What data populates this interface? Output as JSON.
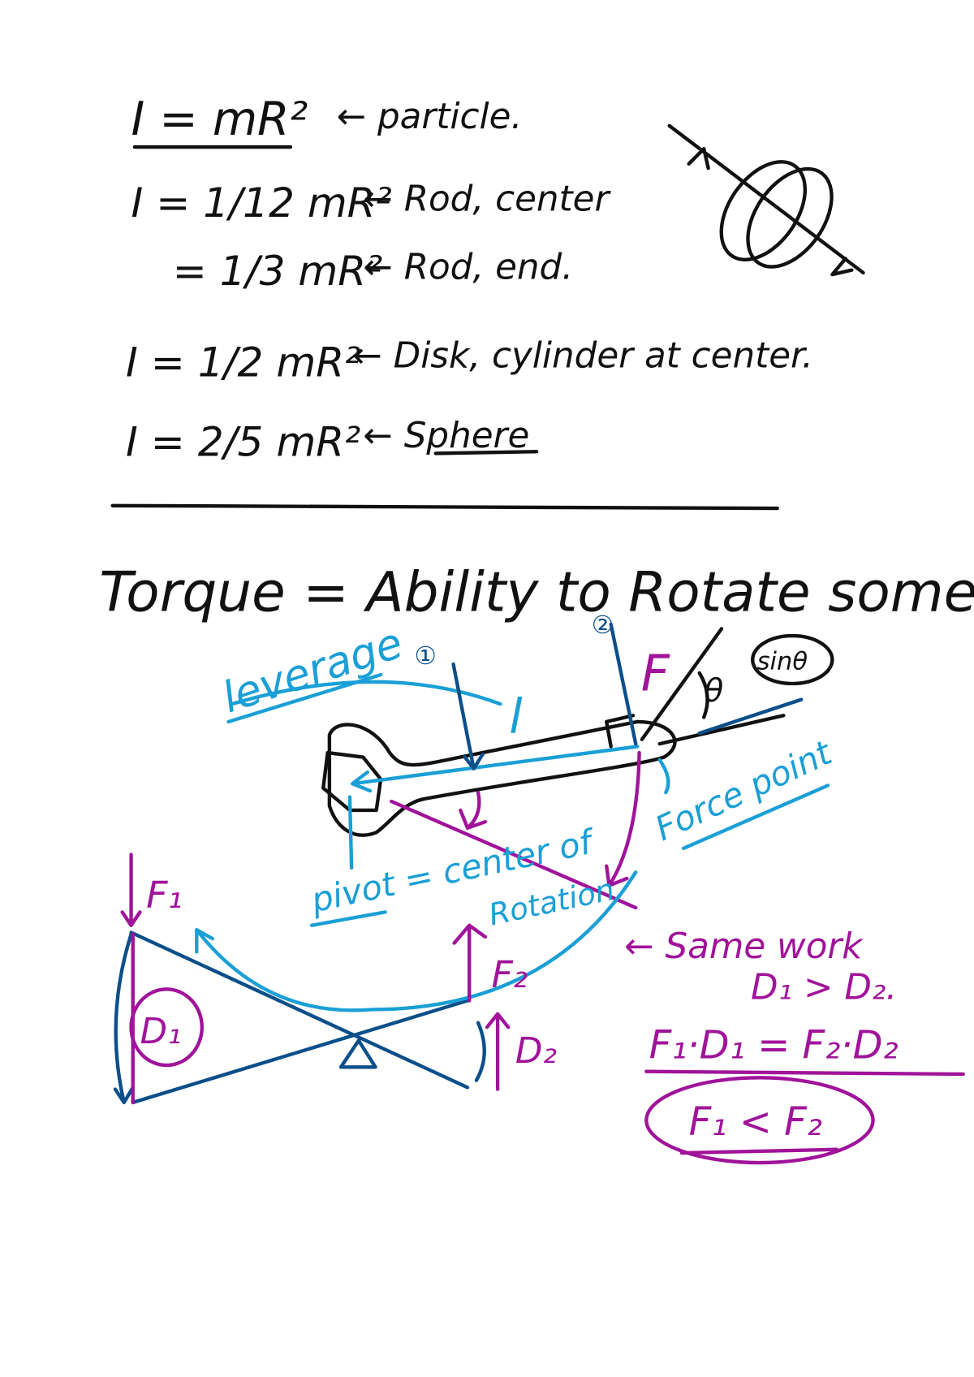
{
  "moment_of_inertia": [
    {
      "formula": "I = mR²",
      "note": "← particle."
    },
    {
      "formula": "I = 1/12 mR²",
      "note": "← Rod, center"
    },
    {
      "formula": "= 1/3 mR²",
      "note": "← Rod, end."
    },
    {
      "formula": "I = 1/2 mR²",
      "note": "← Disk, cylinder at center."
    },
    {
      "formula": "I = 2/5 mR²",
      "note": "← Sphere"
    }
  ],
  "torque": {
    "definition": "Torque = Ability to Rotate something.",
    "leverage": "leverage",
    "marker_1": "①",
    "marker_2": "②",
    "length": "l",
    "force": "F",
    "angle": "θ",
    "sin": "sinθ",
    "force_point": "Force point",
    "pivot_line1": "pivot = center of",
    "pivot_line2": "Rotation."
  },
  "lever": {
    "f1": "F₁",
    "f2": "F₂",
    "d1": "D₁",
    "d2": "D₂",
    "same_work": "← Same work",
    "d_compare": "D₁ > D₂.",
    "equation": "F₁·D₁ = F₂·D₂",
    "result": "F₁ < F₂"
  },
  "colors": {
    "ink": "#111111",
    "cyan": "#1a9fd6",
    "dark_blue": "#0b4f8a",
    "magenta": "#a0139a"
  }
}
